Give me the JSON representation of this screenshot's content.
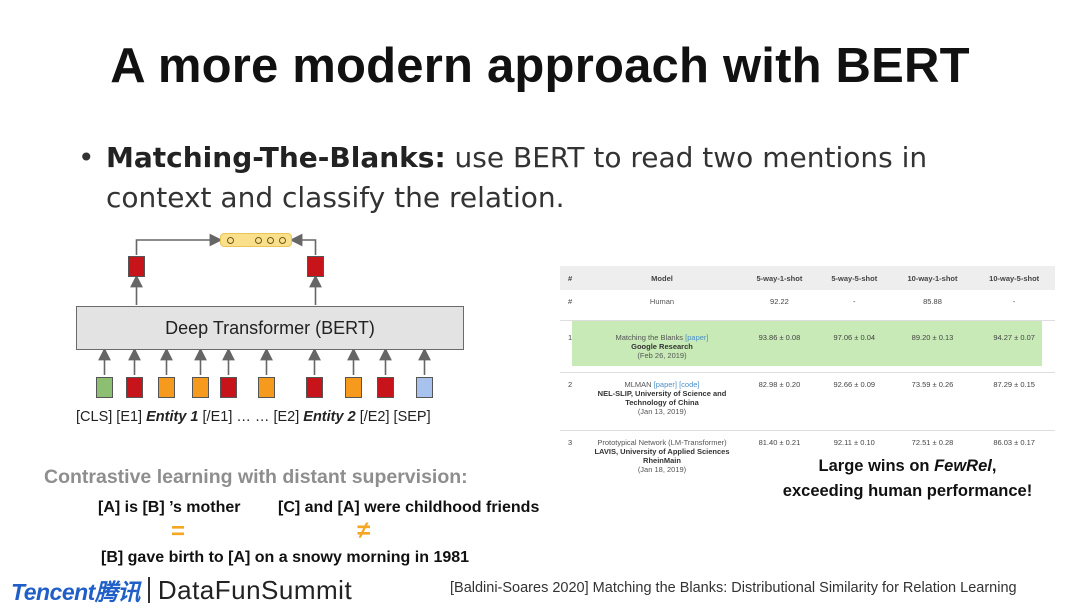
{
  "slide": {
    "title": "A more modern approach with BERT",
    "bullet": {
      "dot": "•",
      "bold": "Matching-The-Blanks:",
      "line1": " use BERT to read two mentions in",
      "line2": "context and classify the relation."
    }
  },
  "diagram": {
    "transformer_label": "Deep Transformer (BERT)",
    "tokens": {
      "cls": "[CLS]",
      "e1": "[E1]",
      "entity1": "Entity 1",
      "e1_end": "[/E1]",
      "ellipsis": "… …",
      "e2": "[E2]",
      "entity2": "Entity 2",
      "e2_end": "[/E2]",
      "sep": "[SEP]"
    }
  },
  "contrastive": {
    "heading": "Contrastive learning with distant supervision:",
    "example1": "[A] is [B] ’s mother",
    "example2": "[C] and [A] were childhood friends",
    "equal": "=",
    "not_equal": "≠",
    "example3": "[B] gave birth to [A] on a snowy morning in 1981"
  },
  "results": {
    "headers": [
      "#",
      "Model",
      "5-way-1-shot",
      "5-way-5-shot",
      "10-way-1-shot",
      "10-way-5-shot"
    ],
    "rows": [
      {
        "rank": "#",
        "model": "Human",
        "link": "",
        "inst": "",
        "date": "",
        "v1": "92.22",
        "v2": "-",
        "v3": "85.88",
        "v4": "-"
      },
      {
        "rank": "1",
        "model": "Matching the Blanks",
        "link": "[paper]",
        "inst": "Google Research",
        "date": "(Feb 26, 2019)",
        "v1": "93.86 ± 0.08",
        "v2": "97.06 ± 0.04",
        "v3": "89.20 ± 0.13",
        "v4": "94.27 ± 0.07"
      },
      {
        "rank": "2",
        "model": "MLMAN",
        "link": "[paper] [code]",
        "inst": "NEL-SLIP, University of Science and Technology of China",
        "date": "(Jan 13, 2019)",
        "v1": "82.98 ± 0.20",
        "v2": "92.66 ± 0.09",
        "v3": "73.59 ± 0.26",
        "v4": "87.29 ± 0.15"
      },
      {
        "rank": "3",
        "model": "Prototypical Network (LM-Transformer)",
        "link": "",
        "inst": "LAVIS, University of Applied Sciences RheinMain",
        "date": "(Jan 18, 2019)",
        "v1": "81.40 ± 0.21",
        "v2": "92.11 ± 0.10",
        "v3": "72.51 ± 0.28",
        "v4": "86.03 ± 0.17"
      }
    ],
    "caption_line1_a": "Large wins on ",
    "caption_line1_b": "FewRel",
    "caption_line1_c": ",",
    "caption_line2": "exceeding human performance!"
  },
  "footer": {
    "brand1": "Tencent腾讯",
    "brand2": "DataFunSummit",
    "citation": "[Baldini-Soares  2020] Matching the Blanks: Distributional Similarity for Relation Learning"
  },
  "colors": {
    "highlight_row": "#b4e39e",
    "token_red": "#c7141a",
    "token_orange": "#f59a1d",
    "token_green": "#8dbf72",
    "token_blue": "#a7c2ec",
    "symbol_orange": "#f5a623",
    "tencent_blue": "#1f5fc7"
  }
}
